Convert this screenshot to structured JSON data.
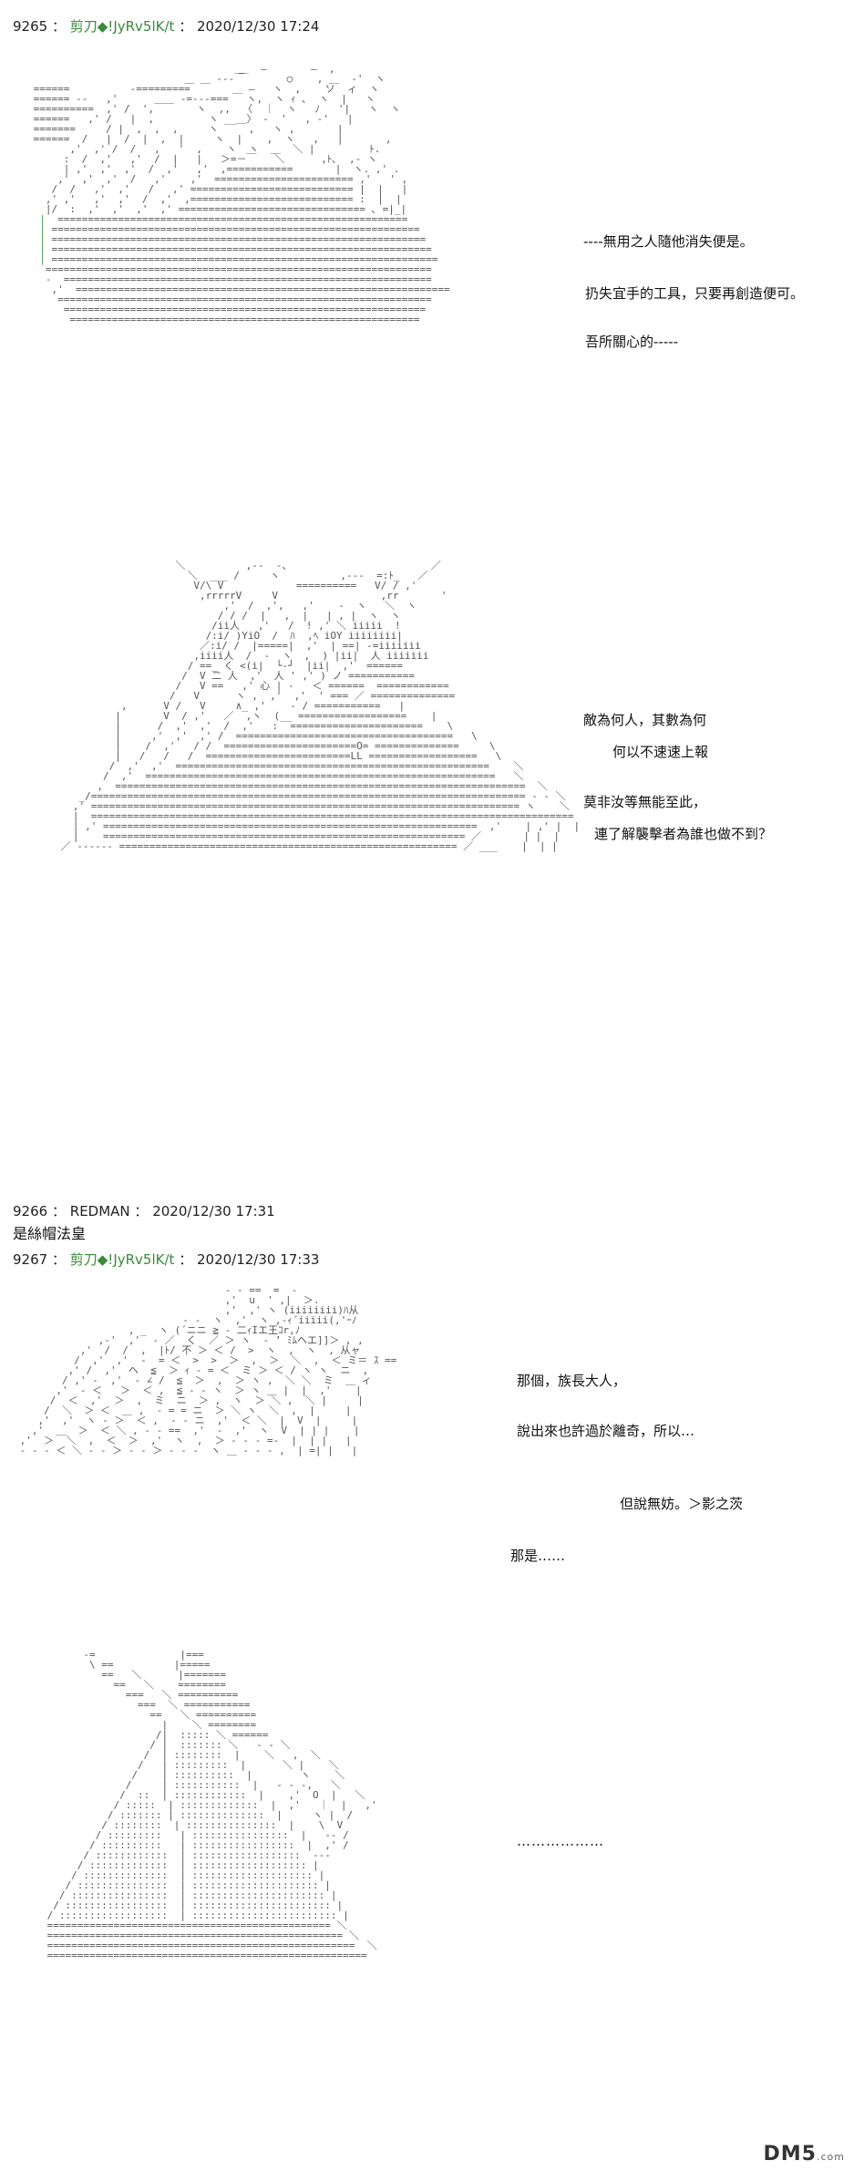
{
  "posts": [
    {
      "num": "9265",
      "sep": "：",
      "name": "剪刀◆!JyRv5lK/t",
      "sep2": "：",
      "date": "2020/12/30 17:24"
    },
    {
      "num": "9266",
      "sep": "：",
      "name": "REDMAN",
      "sep2": "：",
      "date": "2020/12/30 17:31",
      "body": "是絲帽法皇"
    },
    {
      "num": "9267",
      "sep": "：",
      "name": "剪刀◆!JyRv5lK/t",
      "sep2": "：",
      "date": "2020/12/30 17:33"
    }
  ],
  "dialogs": {
    "p1_a": "----無用之人隨他消失便是。",
    "p1_b": "扔失宜手的工具，只要再創造便可。",
    "p1_c": "吾所關心的-----",
    "p2_a": "敵為何人，其數為何",
    "p2_b": "何以不速速上報",
    "p2_c": "莫非汝等無能至此，",
    "p2_d": "連了解襲擊者為誰也做不到？",
    "p3_a": "那個，族長大人，",
    "p3_b": "說出來也許過於離奇，所以…",
    "p3_c": "但說無妨。＞影之茨",
    "p3_d": "那是……",
    "p4_a": "………………"
  },
  "watermark": {
    "brand": "DM5",
    "domain": ".com"
  }
}
